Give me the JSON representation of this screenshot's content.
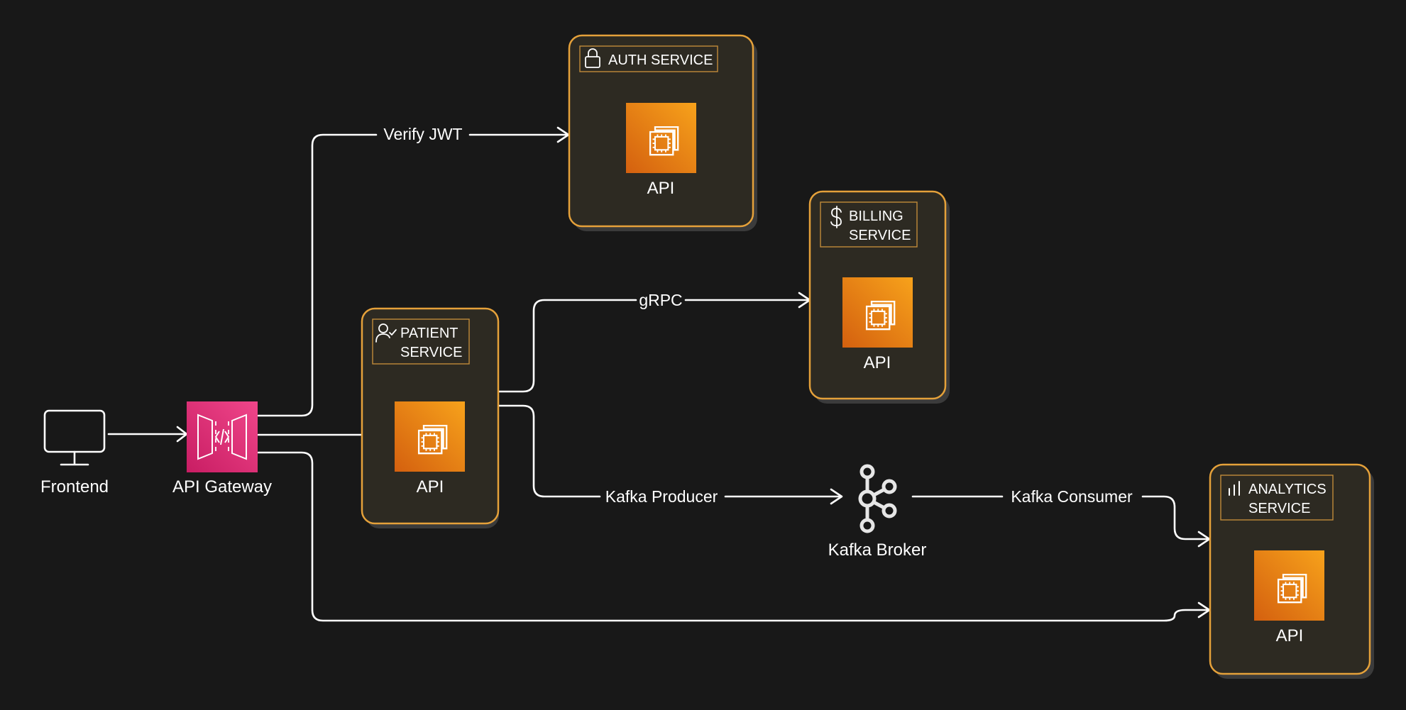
{
  "colors": {
    "background": "#181818",
    "service_border": "#e5a13a",
    "service_fill": "#2d2a22",
    "compute_orange": "#f08a1c",
    "gateway_pink": "#e0347a"
  },
  "nodes": {
    "frontend": {
      "label": "Frontend",
      "icon": "monitor-icon"
    },
    "api_gateway": {
      "label": "API Gateway",
      "icon": "api-gateway-icon"
    },
    "kafka_broker": {
      "label": "Kafka Broker",
      "icon": "kafka-icon"
    }
  },
  "services": {
    "auth": {
      "title": "AUTH SERVICE",
      "icon": "lock-icon",
      "api_label": "API"
    },
    "billing": {
      "title_line1": "BILLING",
      "title_line2": "SERVICE",
      "icon": "dollar-icon",
      "api_label": "API"
    },
    "patient": {
      "title_line1": "PATIENT",
      "title_line2": "SERVICE",
      "icon": "user-check-icon",
      "api_label": "API"
    },
    "analytics": {
      "title_line1": "ANALYTICS",
      "title_line2": "SERVICE",
      "icon": "bar-chart-icon",
      "api_label": "API"
    }
  },
  "edges": {
    "verify_jwt": "Verify JWT",
    "grpc": "gRPC",
    "kafka_producer": "Kafka Producer",
    "kafka_consumer": "Kafka Consumer"
  }
}
